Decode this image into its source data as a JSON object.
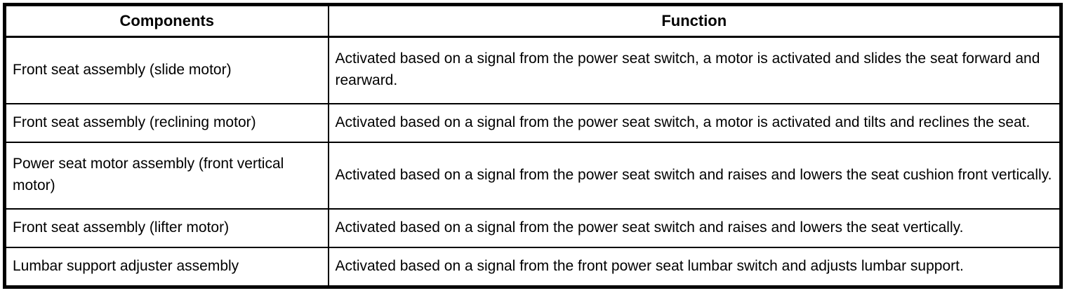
{
  "table": {
    "headers": {
      "components": "Components",
      "function": "Function"
    },
    "rows": [
      {
        "component": "Front seat assembly (slide motor)",
        "function": "Activated based on a signal from the power seat switch, a motor is activated and slides the seat forward and rearward."
      },
      {
        "component": "Front seat assembly (reclining motor)",
        "function": "Activated based on a signal from the power seat switch, a motor is activated and tilts and reclines the seat."
      },
      {
        "component": "Power seat motor assembly (front vertical motor)",
        "function": "Activated based on a signal from the power seat switch and raises and lowers the seat cushion front vertically."
      },
      {
        "component": "Front seat assembly (lifter motor)",
        "function": "Activated based on a signal from the power seat switch and raises and lowers the seat vertically."
      },
      {
        "component": "Lumbar support adjuster assembly",
        "function": "Activated based on a signal from the front power seat lumbar switch and adjusts lumbar support."
      }
    ]
  },
  "colors": {
    "border": "#000000",
    "background": "#ffffff",
    "text": "#000000"
  }
}
